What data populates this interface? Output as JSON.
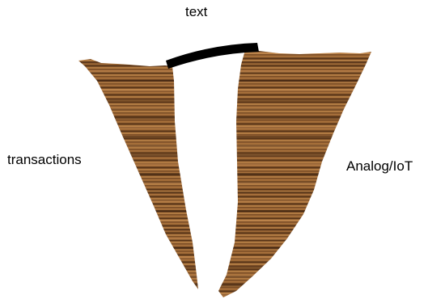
{
  "labels": {
    "top": "text",
    "left": "transactions",
    "right": "Analog/IoT"
  },
  "colors": {
    "wood_base": "#9a6634",
    "wood_dark": "#4a2a12",
    "wood_light": "#c48a4e",
    "bridge": "#000000",
    "background": "#ffffff",
    "label_text": "#000000"
  },
  "icons": {
    "left_piece": "wood-texture-shard",
    "right_piece": "wood-texture-shard",
    "bridge": "black-bar"
  }
}
